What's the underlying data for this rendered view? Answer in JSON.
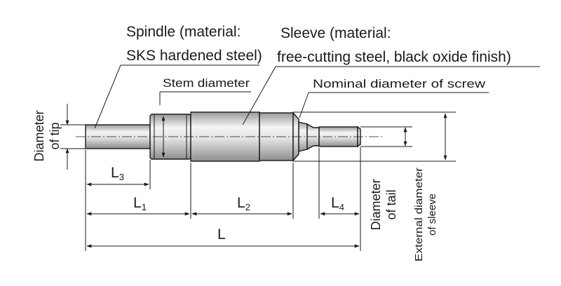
{
  "labels": {
    "spindle_line1": "Spindle (material:",
    "spindle_line2": "SKS hardened steel)",
    "sleeve_line1": "Sleeve (material:",
    "sleeve_line2": "free-cutting steel, black oxide finish)",
    "stem_diameter": "Stem diameter",
    "nominal_diameter": "Nominal diameter of screw",
    "diameter_of_tip_1": "Diameter",
    "diameter_of_tip_2": "of tip",
    "diameter_of_tail_1": "Diameter",
    "diameter_of_tail_2": "of tail",
    "external_diameter_1": "External diameter",
    "external_diameter_2": "of sleeve"
  },
  "dimensions": {
    "L3": "L",
    "L3_sub": "3",
    "L1": "L",
    "L1_sub": "1",
    "L2": "L",
    "L2_sub": "2",
    "L4": "L",
    "L4_sub": "4",
    "L": "L"
  },
  "colors": {
    "steel_light": "#f4f4f4",
    "steel_mid": "#d6d6d6",
    "steel_dark": "#9a9a9a",
    "line": "#1a1a1a"
  }
}
